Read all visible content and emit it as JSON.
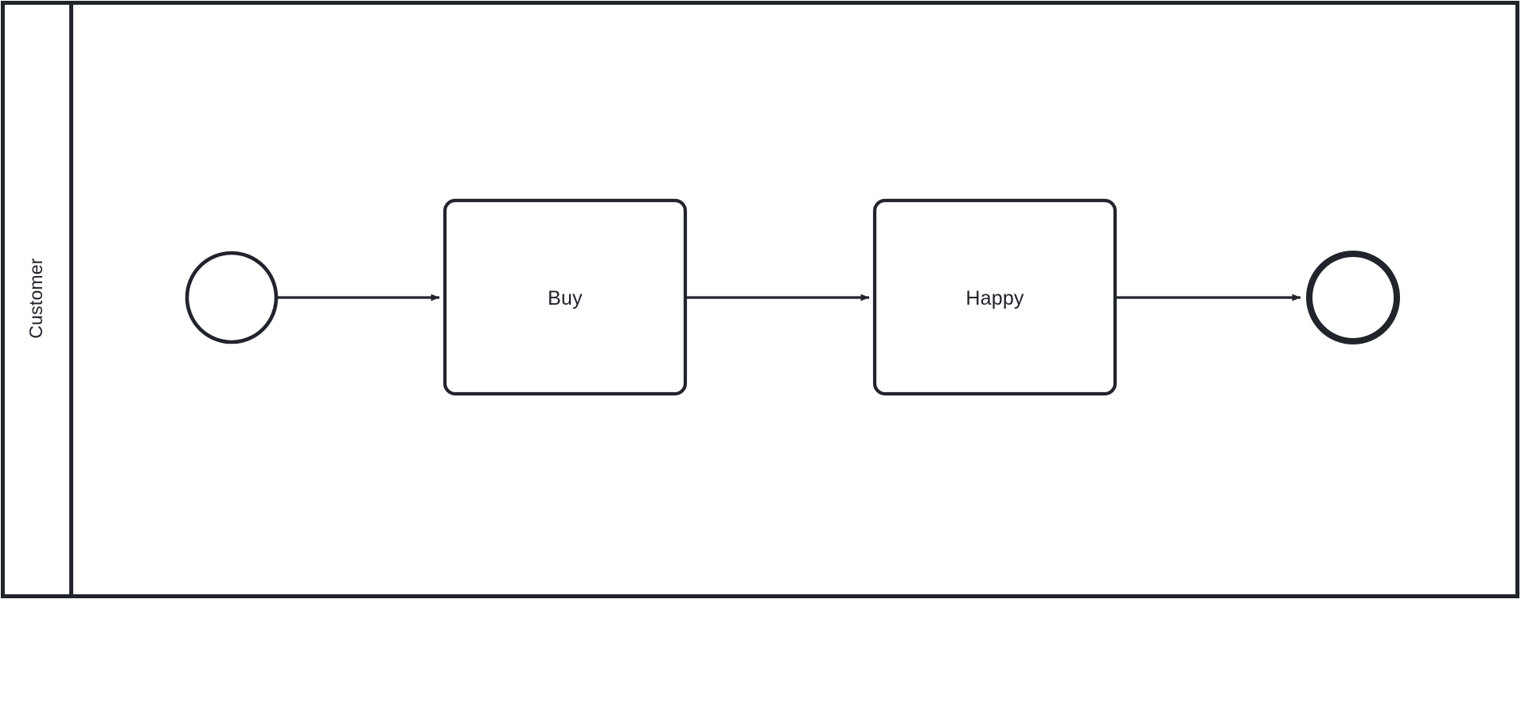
{
  "diagram": {
    "type": "bpmn-process",
    "notation": "BPMN 2.0",
    "background_color": "#ffffff",
    "stroke_color": "#22242c",
    "fill_color": "#ffffff",
    "pool": {
      "lanes": [
        {
          "name": "Customer",
          "label": "Customer",
          "label_orientation": "vertical-rotated-90-ccw"
        }
      ]
    },
    "nodes": [
      {
        "id": "start-event",
        "type": "start-event",
        "label": "",
        "shape": "circle",
        "stroke_width": "thin"
      },
      {
        "id": "task-buy",
        "type": "task",
        "label": "Buy",
        "shape": "rounded-rectangle",
        "stroke_width": "normal"
      },
      {
        "id": "task-happy",
        "type": "task",
        "label": "Happy",
        "shape": "rounded-rectangle",
        "stroke_width": "normal"
      },
      {
        "id": "end-event",
        "type": "end-event",
        "label": "",
        "shape": "circle",
        "stroke_width": "thick"
      }
    ],
    "flows": [
      {
        "id": "flow-1",
        "type": "sequence-flow",
        "source": "start-event",
        "target": "task-buy",
        "label": ""
      },
      {
        "id": "flow-2",
        "type": "sequence-flow",
        "source": "task-buy",
        "target": "task-happy",
        "label": ""
      },
      {
        "id": "flow-3",
        "type": "sequence-flow",
        "source": "task-happy",
        "target": "end-event",
        "label": ""
      }
    ]
  }
}
